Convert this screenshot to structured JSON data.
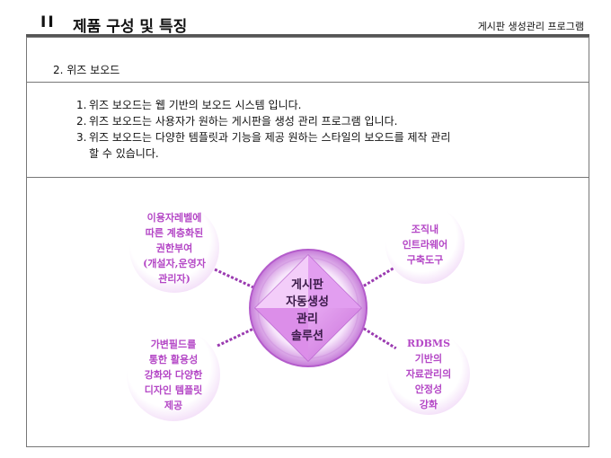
{
  "header": {
    "roman": "II",
    "title": "제품 구성 및 특징",
    "subtitle": "게시판 생성관리 프로그램"
  },
  "section": {
    "title": "2. 위즈 보오드"
  },
  "points": [
    {
      "num": "1.",
      "text": "위즈 보오드는 웹 기반의 보오드 시스템 입니다."
    },
    {
      "num": "2.",
      "text": "위즈 보오드는 사용자가 원하는 게시판을 생성 관리  프로그램 입니다."
    },
    {
      "num": "3.",
      "text": "위즈 보오드는 다양한 템플릿과 기능을 제공 원하는 스타일의 보오드를 제작 관리\n할 수 있습니다."
    }
  ],
  "diagram": {
    "center": "게시판\n자동생성\n관리\n솔루션",
    "top_left": "이용자레벨에\n따른 계층화된\n권한부여\n(개설자,운영자\n관리자)",
    "top_right": "조직내\n인트라웨어\n구축도구",
    "bottom_left": "가변필드를\n통한 활용성\n강화와 다양한\n디자인 템플릿\n제공",
    "bottom_right": "RDBMS\n기반의\n자료관리의\n안정성\n강화",
    "colors": {
      "accent": "#b447c6",
      "ring": "#c57ad8",
      "diamond_dark": "#d48be6",
      "diamond_light": "#f0c8f8",
      "connector": "#9a3ab0"
    }
  }
}
